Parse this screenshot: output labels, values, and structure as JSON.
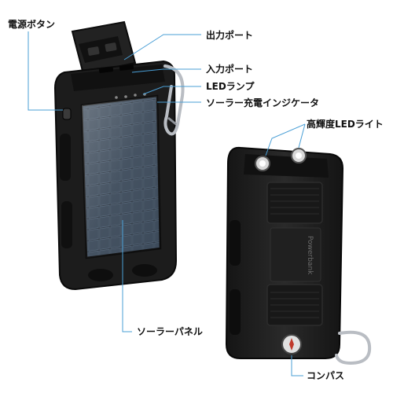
{
  "labels": {
    "power_button": "電源ボタン",
    "output_port": "出力ポート",
    "input_port": "入力ポート",
    "led_lamp": "LEDランプ",
    "solar_indicator": "ソーラー充電インジケータ",
    "flashlight": "高輝度LEDライト",
    "solar_panel": "ソーラーパネル",
    "compass": "コンパス"
  },
  "device": {
    "brand_print": "Powerbank",
    "colors": {
      "body": "#1c1c1c",
      "rubber": "#2a2a2a",
      "panel": "#3a4450",
      "callout": "#4a9fd6"
    }
  }
}
